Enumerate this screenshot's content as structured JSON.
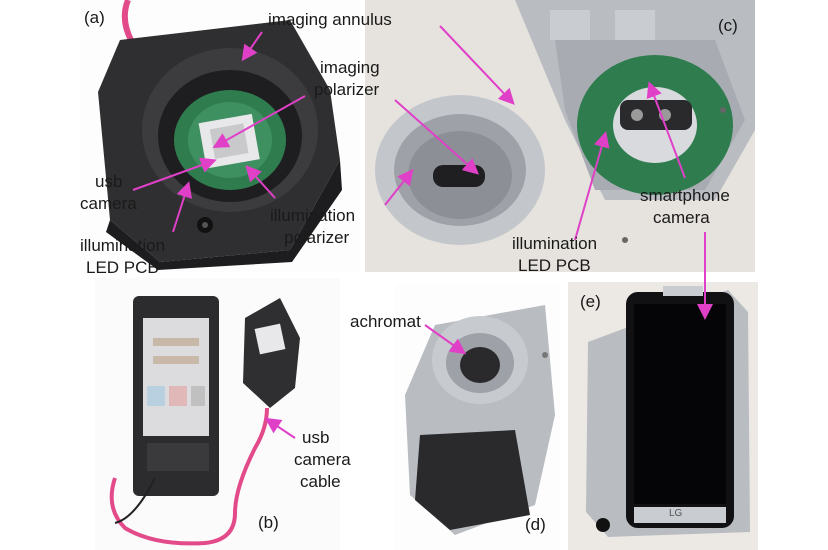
{
  "panels": {
    "a": "(a)",
    "b": "(b)",
    "c": "(c)",
    "d": "(d)",
    "e": "(e)"
  },
  "labels": {
    "imaging_annulus": "imaging annulus",
    "imaging_polarizer_1": "imaging",
    "imaging_polarizer_2": "polarizer",
    "usb_camera_1": "usb",
    "usb_camera_2": "camera",
    "illumination_polarizer_1": "illumination",
    "illumination_polarizer_2": "polarizer",
    "illumination_led_a_1": "illumination",
    "illumination_led_a_2": "LED PCB",
    "illumination_led_c_1": "illumination",
    "illumination_led_c_2": "LED PCB",
    "smartphone_camera_1": "smartphone",
    "smartphone_camera_2": "camera",
    "achromat": "achromat",
    "usb_cable_1": "usb",
    "usb_cable_2": "camera",
    "usb_cable_3": "cable"
  },
  "phone_logo": "LG",
  "colors": {
    "arrow": "#e040c8",
    "grey_print": "#b9bcc1",
    "dark_print": "#3a3a3c",
    "pcb_green": "#2f7d4f"
  }
}
